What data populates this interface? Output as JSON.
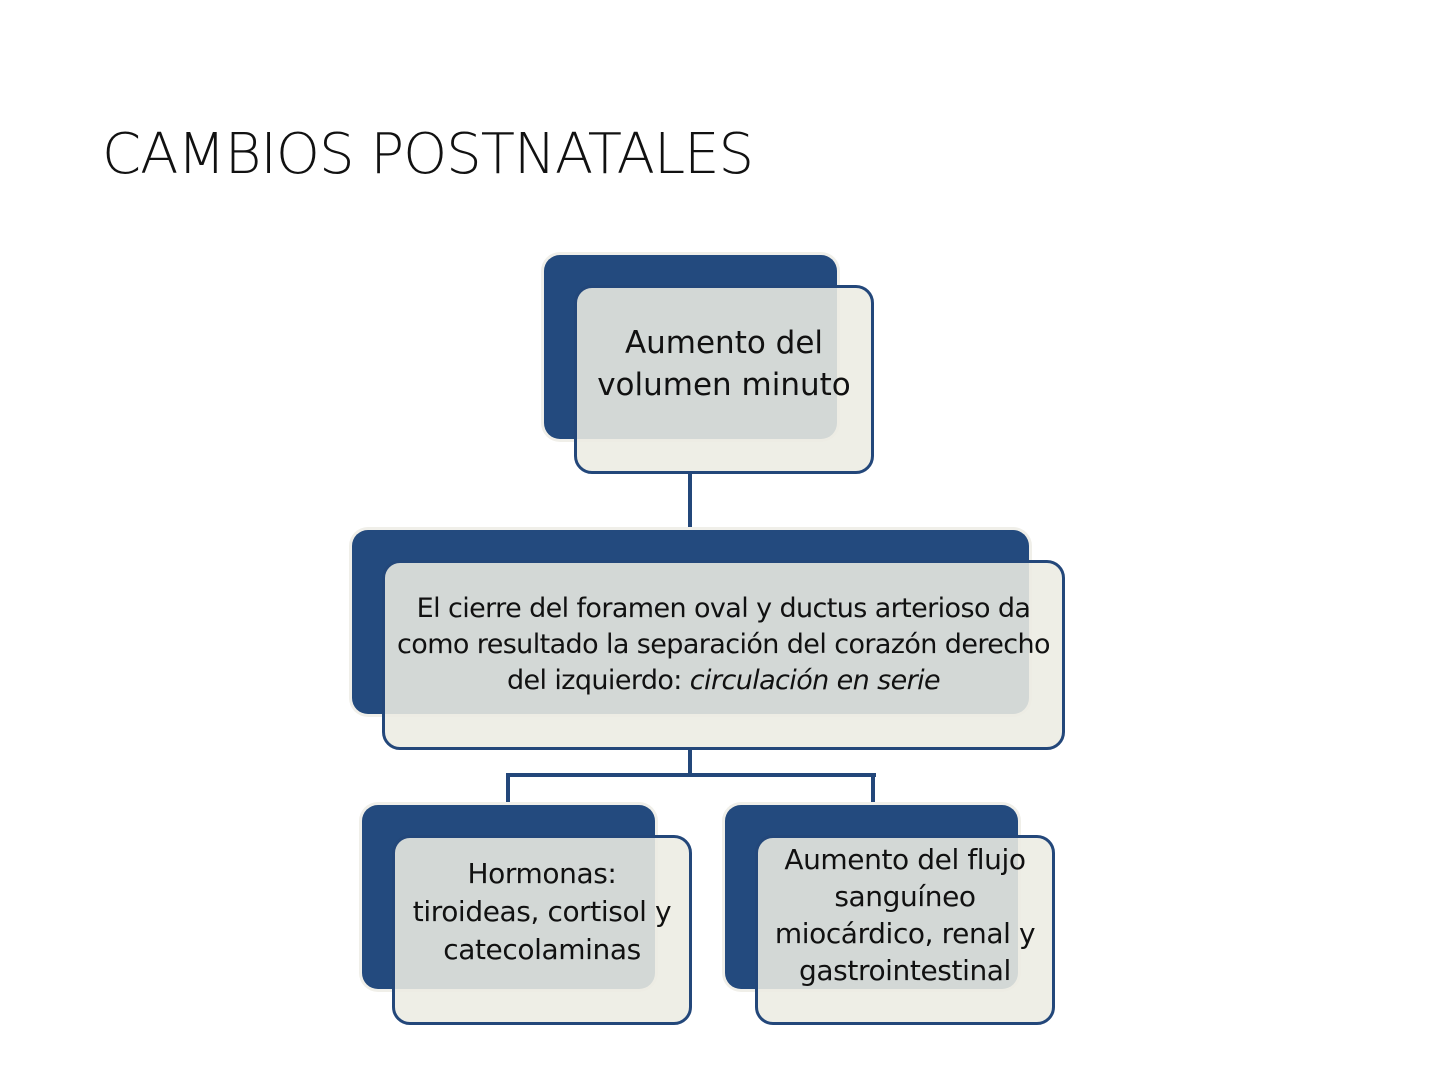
{
  "slide": {
    "title": "CAMBIOS POSTNATALES"
  },
  "diagram": {
    "colors": {
      "dark_blue": "#234a7e",
      "box_fill": "#ecece2",
      "border": "#23477a"
    },
    "top": {
      "line1": "Aumento del",
      "line2": "volumen minuto"
    },
    "middle": {
      "line1": "El cierre del foramen oval y ductus arterioso da",
      "line2": "como resultado la separación del corazón derecho",
      "line3_plain": "del izquierdo: ",
      "line3_italic": "circulación en serie"
    },
    "left": {
      "line1": "Hormonas:",
      "line2": "tiroideas, cortisol y",
      "line3": "catecolaminas"
    },
    "right": {
      "line1": "Aumento del flujo",
      "line2": "sanguíneo",
      "line3": "miocárdico, renal y",
      "line4": "gastrointestinal"
    }
  }
}
